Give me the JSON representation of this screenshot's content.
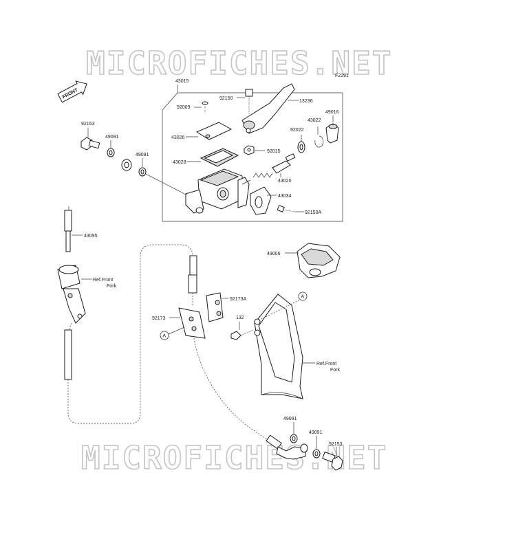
{
  "watermark": "MICROFICHES.NET",
  "figure_code": "F2291",
  "front_label": "FRONT",
  "ref_marker": "A",
  "parts": {
    "p43015": "43015",
    "p92150": "92150",
    "p13236": "13236",
    "p92009": "92009",
    "p92022": "92022",
    "p43022": "43022",
    "p49016": "49016",
    "p43026": "43026",
    "p92015": "92015",
    "p43028": "43028",
    "p43020": "43020",
    "p43034": "43034",
    "p92150A": "92150A",
    "p92153a": "92153",
    "p49091a": "49091",
    "p49091b": "49091",
    "p43095": "43095",
    "p49006": "49006",
    "p92173A": "92173A",
    "p92173": "92173",
    "p132": "132",
    "p49091c": "49091",
    "p49091d": "49091",
    "p92153b": "92153"
  },
  "ref_front_fork": {
    "line1": "Ref.Front",
    "line2": "Fork"
  }
}
